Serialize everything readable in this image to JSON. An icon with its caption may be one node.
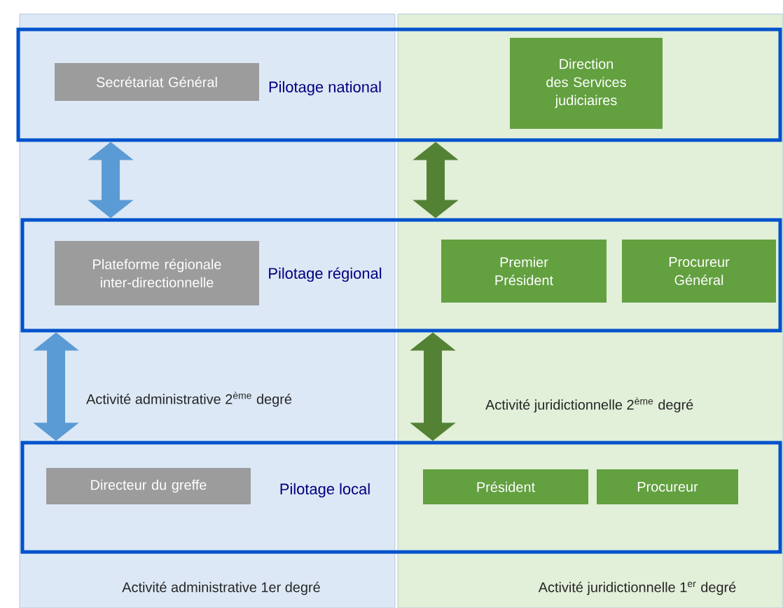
{
  "diagram": {
    "nodes": [
      {
        "text": [
          "Pilotage national"
        ]
      },
      {
        "text": [
          "Secrétariat Général"
        ],
        "in": 0
      },
      {
        "text": [
          "Direction des Services judiciaires"
        ],
        "in": 0
      },
      {
        "text": [
          "Pilotage régional"
        ]
      },
      {
        "text": [
          "Plateforme régionale inter-directionnelle"
        ],
        "in": 3
      },
      {
        "text": [
          "Premier Président"
        ],
        "in": 3
      },
      {
        "text": [
          "Procureur Général"
        ],
        "in": 3
      },
      {
        "text": [
          "Pilotage local"
        ]
      },
      {
        "text": [
          "Directeur du greffe"
        ],
        "in": 7
      },
      {
        "text": [
          "Président"
        ],
        "in": 7
      },
      {
        "text": [
          "Procureur"
        ],
        "in": 7
      }
    ],
    "edges": [
      {
        "from": 0,
        "to": 3,
        "arrow": "both",
        "color": "#5b9bd5"
      },
      {
        "from": 0,
        "to": 3,
        "arrow": "both",
        "color": "#548235"
      },
      {
        "from": 3,
        "to": 7,
        "arrow": "both",
        "color": "#5b9bd5"
      },
      {
        "from": 3,
        "to": 7,
        "arrow": "both",
        "color": "#548235"
      }
    ],
    "labels": [
      "Activité administrative 2$^{ème}$ degré",
      "Activité juridictionnelle 2$^{ème}$ degré",
      "Activité administrative 1er degré",
      "Activité juridictionnelle 1$^{er}$ degré"
    ]
  }
}
